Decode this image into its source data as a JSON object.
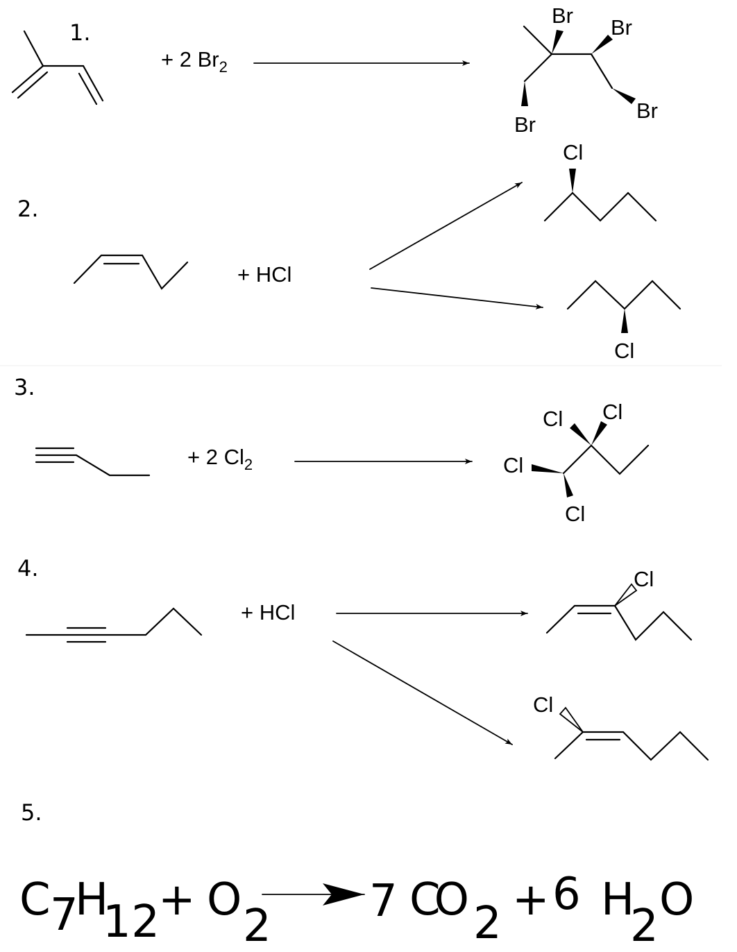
{
  "reactions": [
    {
      "number": "1.",
      "reagent": "+ 2 Br",
      "reagent_sub": "2",
      "product_labels": [
        "Br",
        "Br",
        "Br",
        "Br"
      ]
    },
    {
      "number": "2.",
      "reagent": "+ HCl",
      "product_labels": [
        "Cl",
        "Cl"
      ]
    },
    {
      "number": "3.",
      "reagent": "+ 2 Cl",
      "reagent_sub": "2",
      "product_labels": [
        "Cl",
        "Cl",
        "Cl",
        "Cl"
      ]
    },
    {
      "number": "4.",
      "reagent": "+ HCl",
      "product_labels": [
        "Cl",
        "Cl"
      ]
    },
    {
      "number": "5."
    }
  ],
  "equation": {
    "c": "C",
    "c_sub": "7",
    "h": "H",
    "h_sub": "12",
    "plus1": "+",
    "o2": "O",
    "o2_sub": "2",
    "coef_co2": "7",
    "co2": "CO",
    "co2_sub": "2",
    "plus2": "+",
    "coef_h2o": "6",
    "h2o_h": "H",
    "h2o_sub": "2",
    "h2o_o": "O"
  }
}
